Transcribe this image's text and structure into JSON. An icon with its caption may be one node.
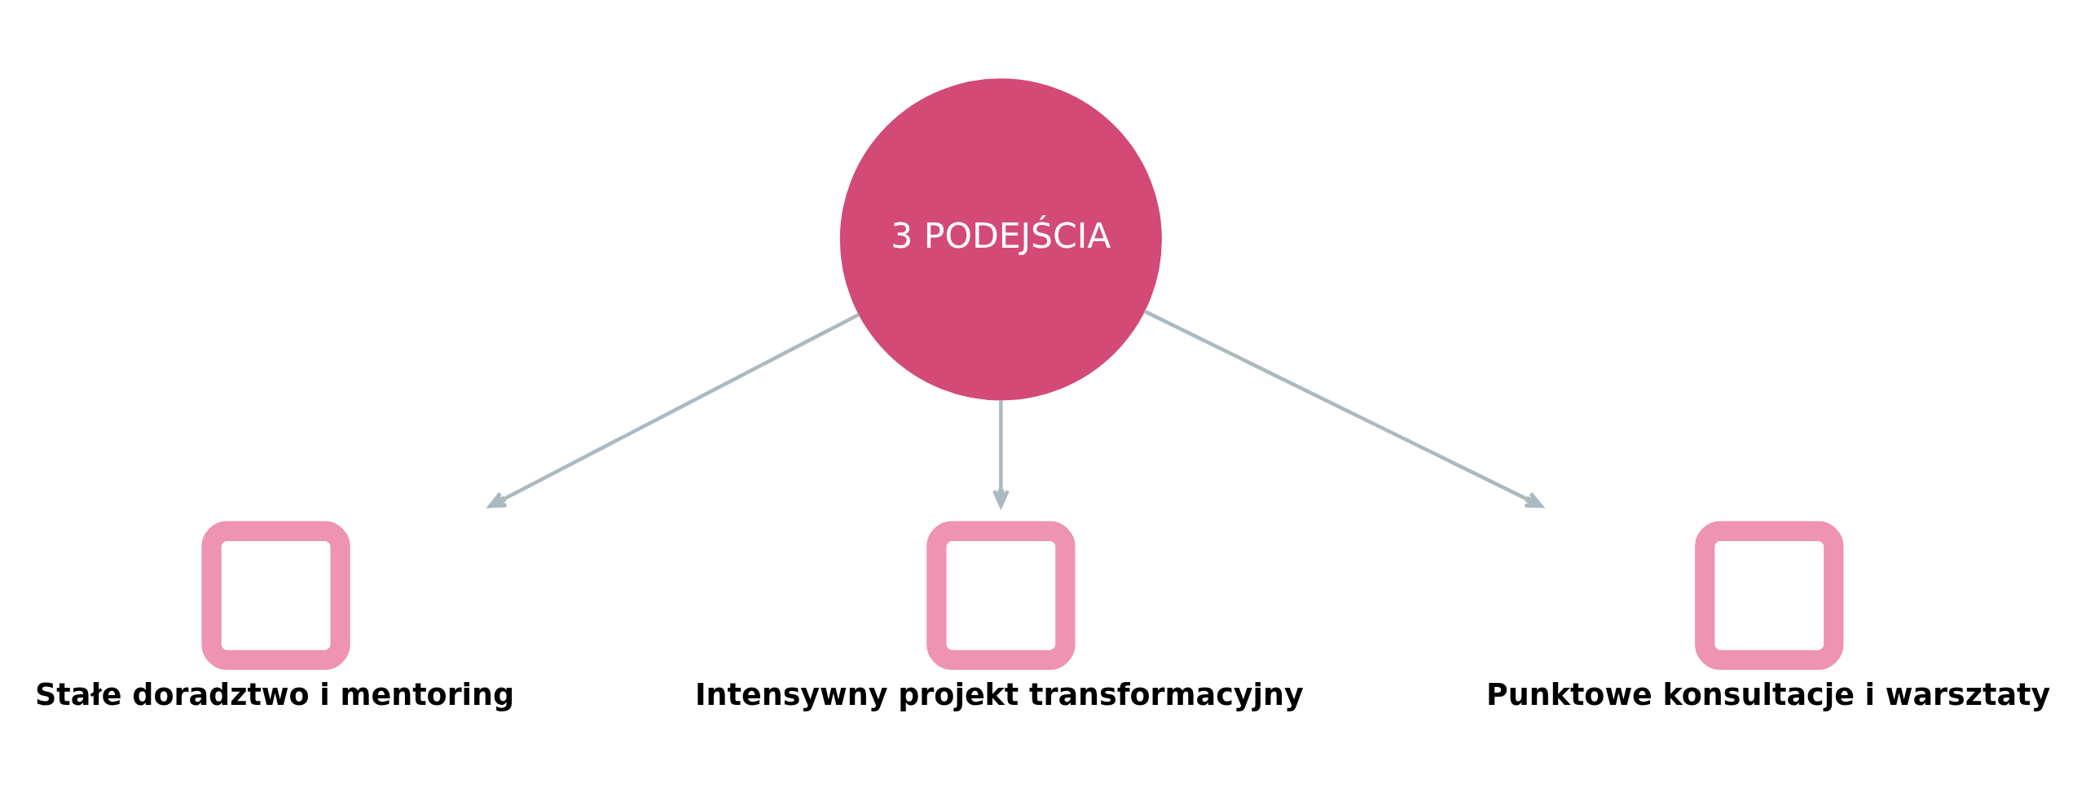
{
  "diagram": {
    "nodes": [
      {
        "text": [
          "3 PODEJŚCIA"
        ]
      },
      {
        "text": [
          "Stałe doradztwo i mentoring"
        ]
      },
      {
        "text": [
          "Intensywny projekt transformacyjny"
        ]
      },
      {
        "text": [
          "Punktowe konsultacje i warsztaty"
        ]
      }
    ],
    "edges": [
      {
        "from": 0,
        "to": 1,
        "arrow": "to"
      },
      {
        "from": 0,
        "to": 2,
        "arrow": "to"
      },
      {
        "from": 0,
        "to": 3,
        "arrow": "to"
      }
    ]
  }
}
